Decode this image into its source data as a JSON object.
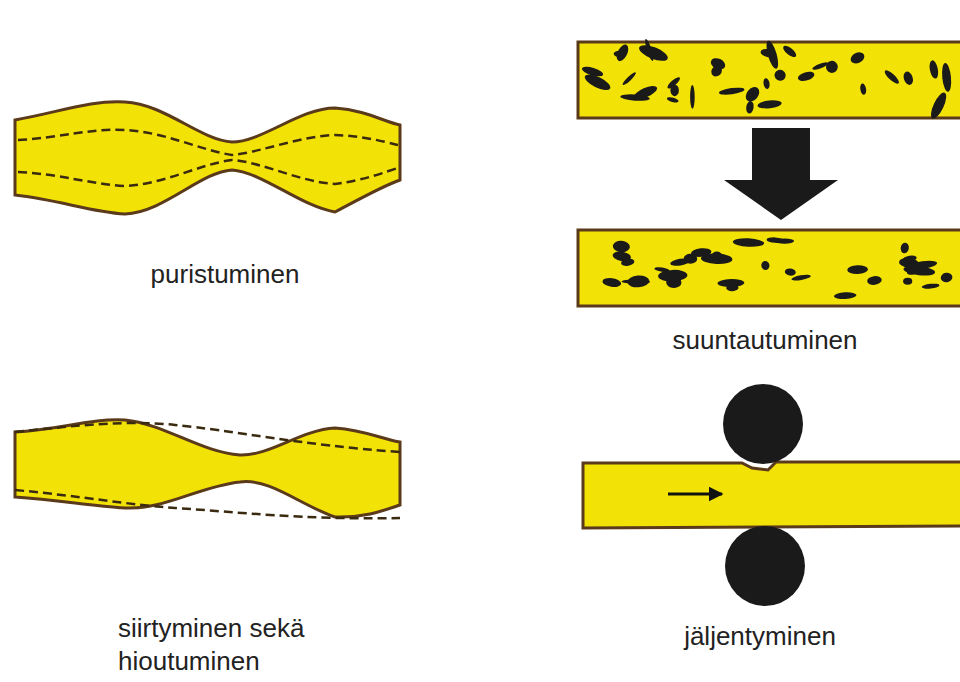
{
  "diagram": {
    "labels": [
      "puristuminen",
      "suuntautuminen",
      "siirtyminen sekä hioutuminen",
      "jäljentyminen"
    ]
  }
}
